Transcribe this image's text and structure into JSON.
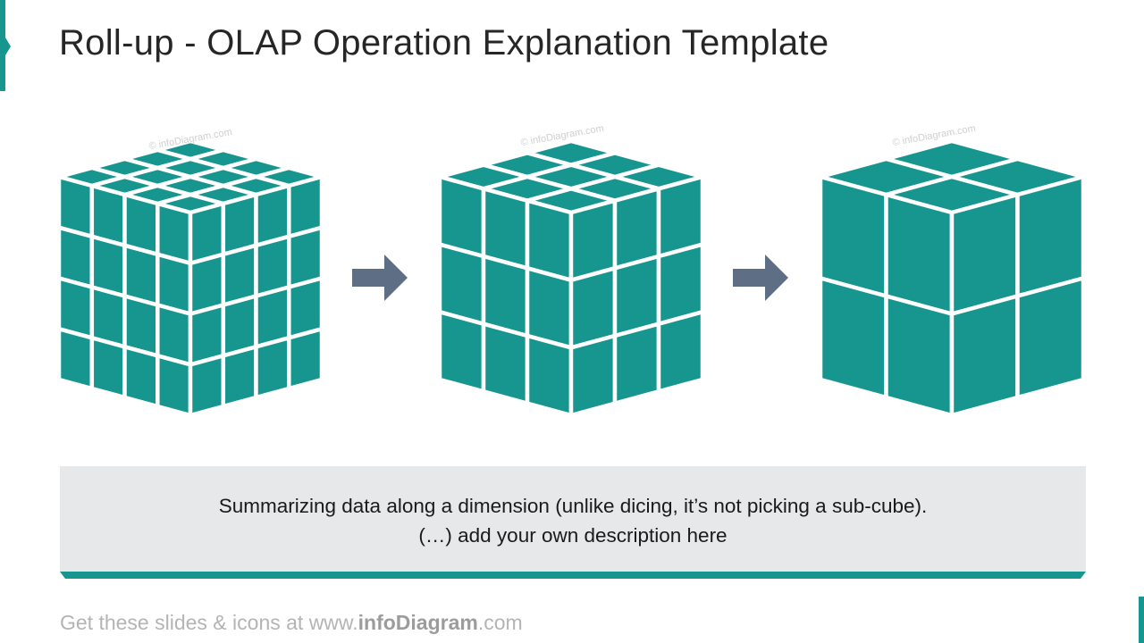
{
  "title": "Roll-up - OLAP Operation Explanation Template",
  "cubes": [
    {
      "divisions": 4,
      "watermark": "© infoDiagram.com"
    },
    {
      "divisions": 3,
      "watermark": "© infoDiagram.com"
    },
    {
      "divisions": 2,
      "watermark": "© infoDiagram.com"
    }
  ],
  "description": {
    "line1": "Summarizing data along a dimension (unlike dicing, it’s not picking a sub-cube).",
    "line2": "(…) add your own description here"
  },
  "footer": {
    "prefix": "Get these slides & icons at www.",
    "brand": "infoDiagram",
    "suffix": ".com"
  },
  "colors": {
    "accent": "#17968f",
    "arrow": "#5e6e85",
    "box": "#e6e8ea"
  }
}
